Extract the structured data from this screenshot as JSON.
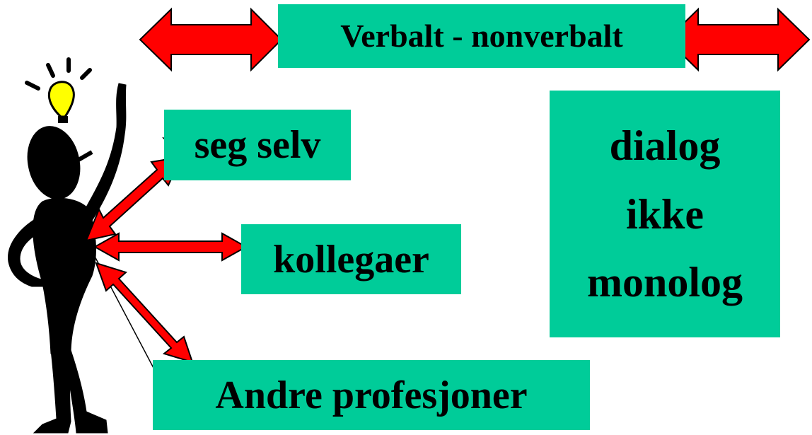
{
  "title": "Verbalt - nonverbalt",
  "targets": {
    "self": "seg selv",
    "colleagues": "kollegaer",
    "other_professions": "Andre profesjoner"
  },
  "principle": {
    "line1": "dialog",
    "line2": "ikke",
    "line3": "monolog"
  },
  "colors": {
    "box": "#00cc99",
    "arrow": "#ff0000",
    "figure": "#000000",
    "bulb": "#ffff00"
  },
  "icons": [
    "lightbulb-icon",
    "thinking-person-icon",
    "double-arrow-icon"
  ]
}
